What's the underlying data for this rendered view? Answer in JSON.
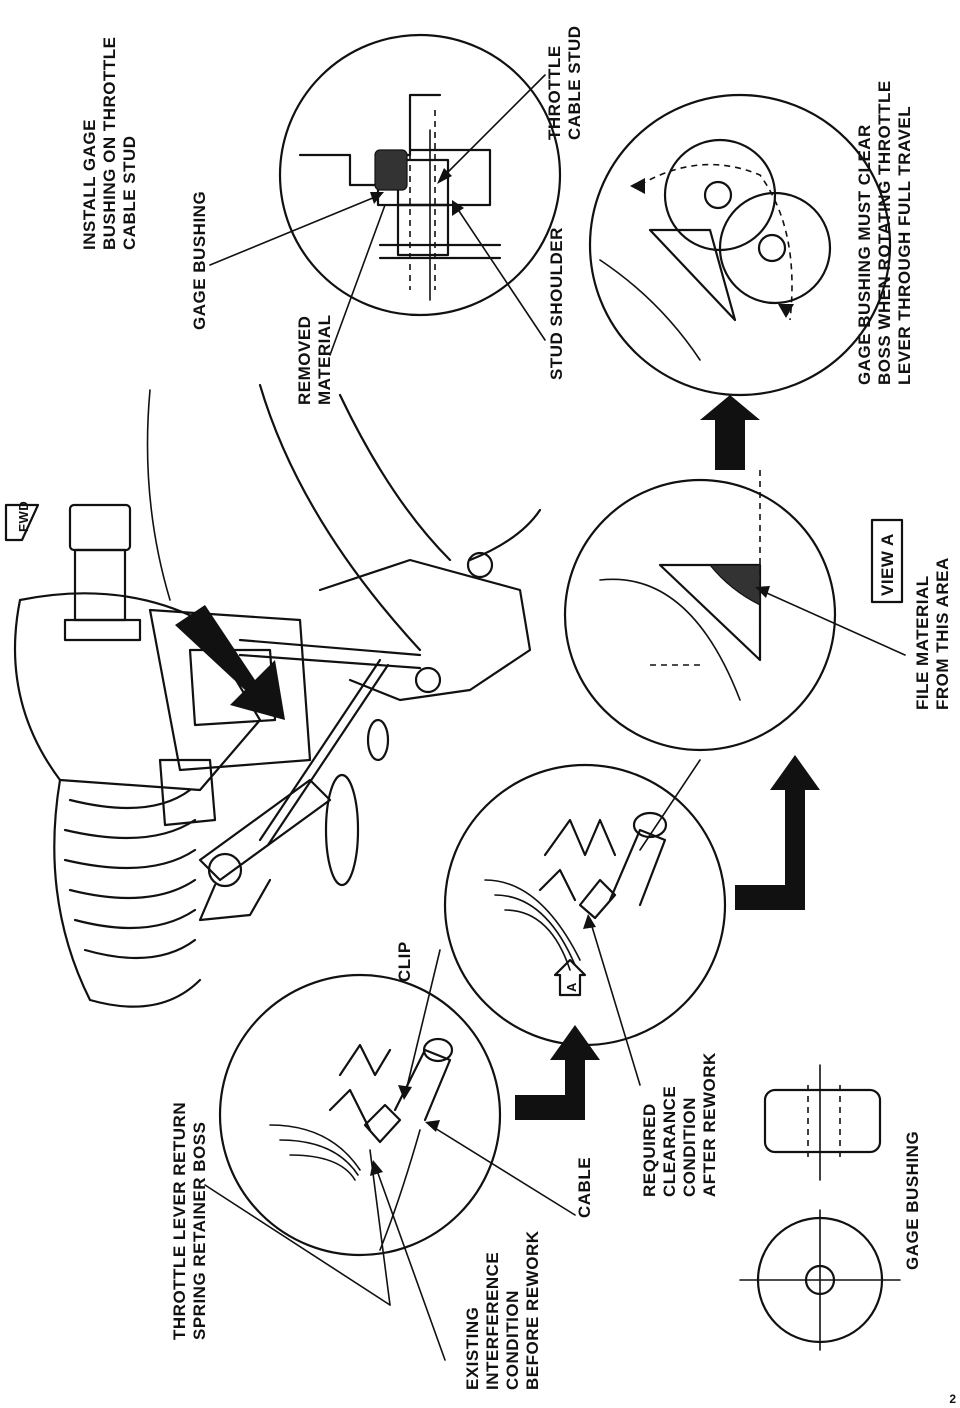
{
  "labels": {
    "install_gage_bushing": [
      "INSTALL GAGE",
      "BUSHING ON THROTTLE",
      "CABLE STUD"
    ],
    "gage_bushing_top": "GAGE BUSHING",
    "removed_material": [
      "REMOVED",
      "MATERIAL"
    ],
    "stud_shoulder": "STUD SHOULDER",
    "throttle_cable_stud": [
      "THROTTLE",
      "CABLE STUD"
    ],
    "gage_bushing_clear": [
      "GAGE BUSHING MUST CLEAR",
      "BOSS WHEN ROTATING THROTTLE",
      "LEVER THROUGH FULL TRAVEL"
    ],
    "fwd": "FWD",
    "view_a": "VIEW  A",
    "file_material": [
      "FILE MATERIAL",
      "FROM THIS AREA"
    ],
    "clip": "CLIP",
    "view_marker": "A",
    "throttle_lever_return": [
      "THROTTLE LEVER RETURN",
      "SPRING RETAINER BOSS"
    ],
    "cable": "CABLE",
    "required_clearance": [
      "REQUIRED",
      "CLEARANCE",
      "CONDITION",
      "AFTER REWORK"
    ],
    "existing_interference": [
      "EXISTING",
      "INTERFERENCE",
      "CONDITION",
      "BEFORE REWORK"
    ],
    "gage_bushing_bottom": "GAGE BUSHING"
  },
  "page_number": "2"
}
